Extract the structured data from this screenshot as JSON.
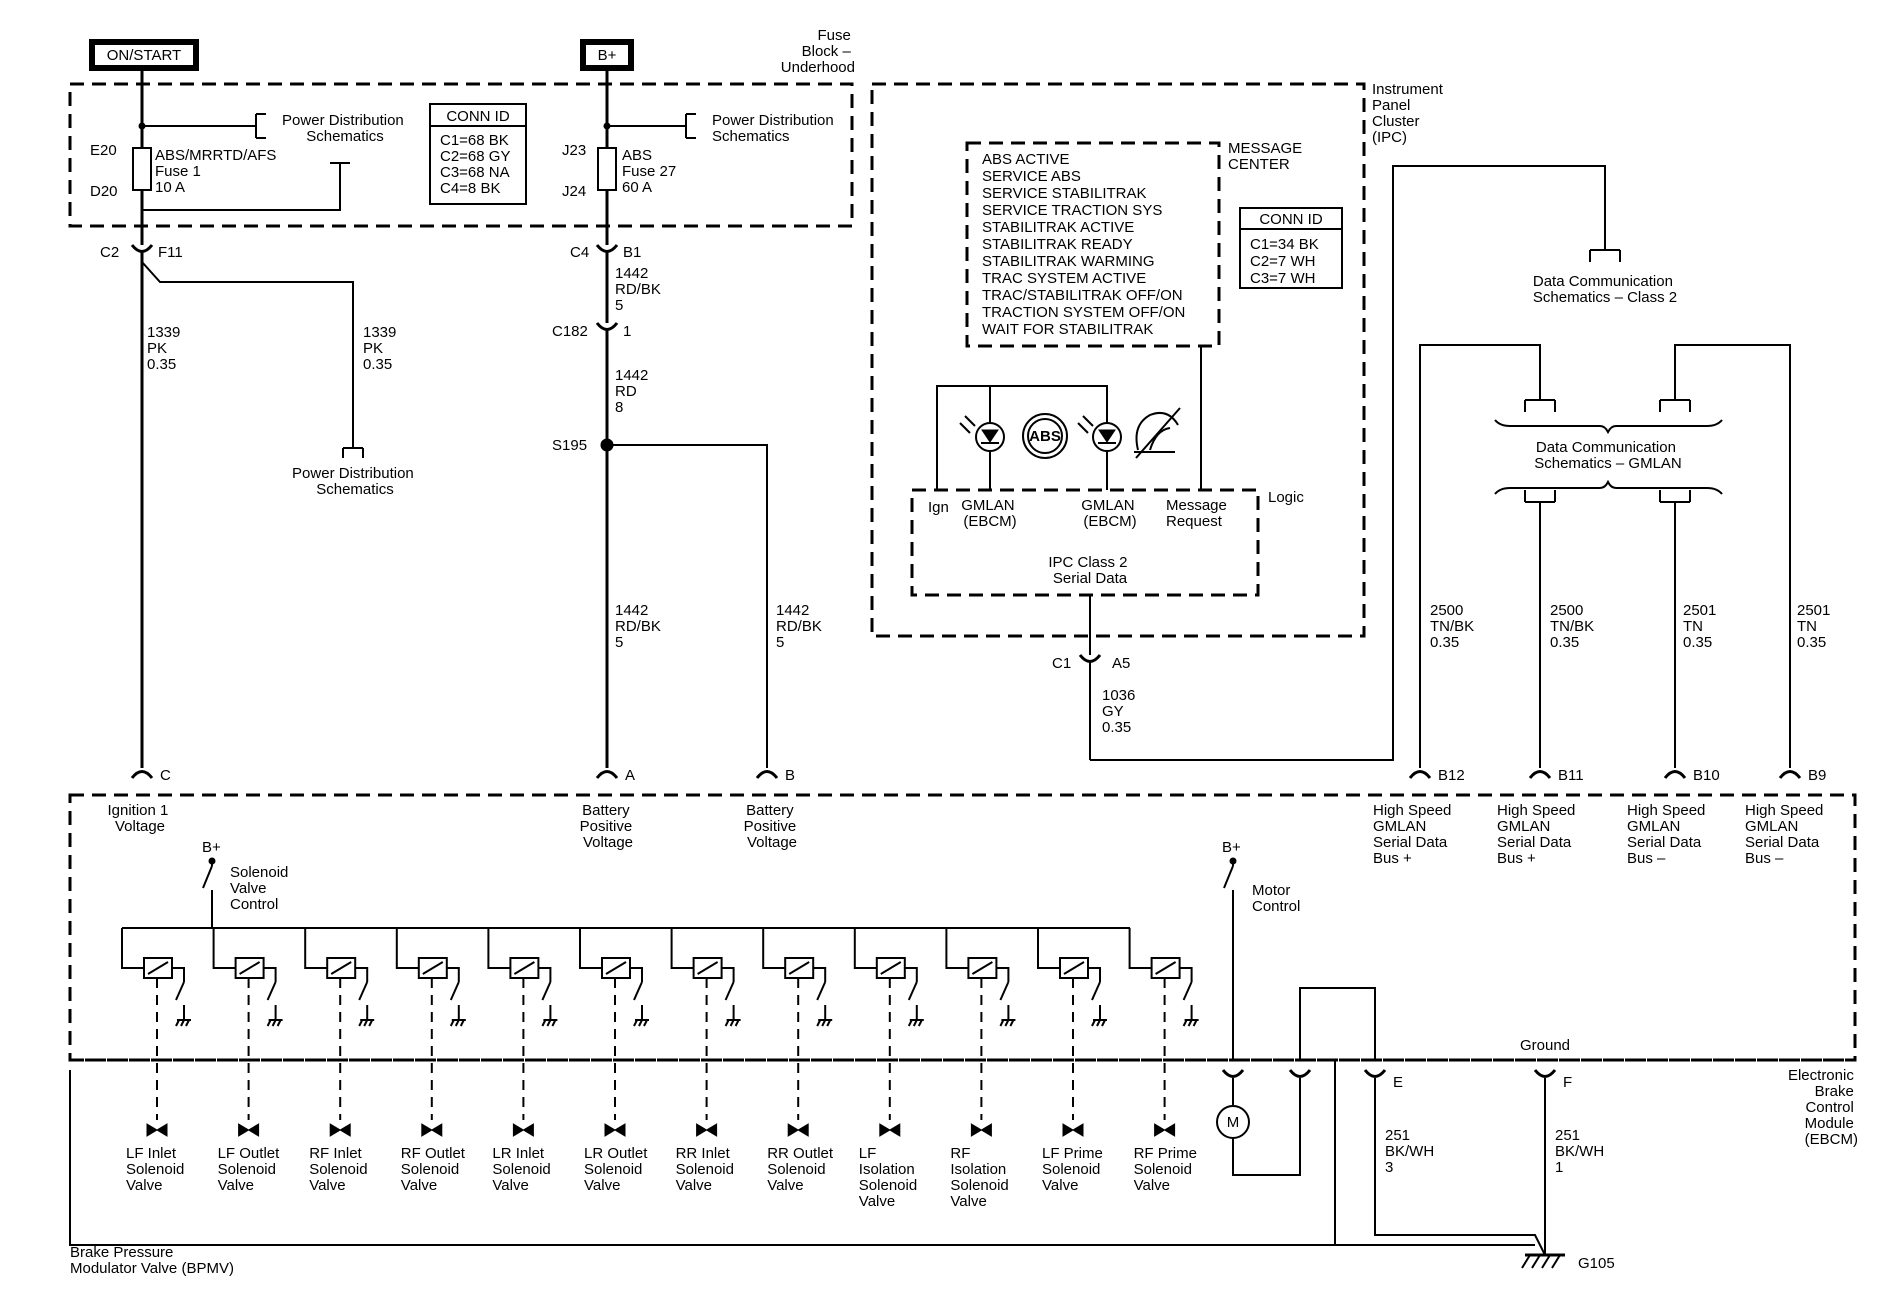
{
  "power": {
    "on_start": "ON/START",
    "bplus": "B+"
  },
  "fuse_block": {
    "title": [
      "Fuse",
      "Block –",
      "Underhood"
    ]
  },
  "ipc": {
    "title": [
      "Instrument",
      "Panel",
      "Cluster",
      "(IPC)"
    ],
    "message_center": [
      "MESSAGE",
      "CENTER"
    ],
    "messages": [
      "ABS ACTIVE",
      "SERVICE ABS",
      "SERVICE STABILITRAK",
      "SERVICE TRACTION SYS",
      "STABILITRAK ACTIVE",
      "STABILITRAK READY",
      "STABILITRAK WARMING",
      "TRAC SYSTEM ACTIVE",
      "TRAC/STABILITRAK OFF/ON",
      "TRACTION SYSTEM OFF/ON",
      "WAIT FOR STABILITRAK"
    ],
    "conn_title": "CONN ID",
    "conn": [
      "C1=34 BK",
      "C2=7 WH",
      "C3=7 WH"
    ],
    "logic": "Logic",
    "abs_symbol": "ABS",
    "pin_ign": "Ign",
    "gmlan1": [
      "GMLAN",
      "(EBCM)"
    ],
    "gmlan2": [
      "GMLAN",
      "(EBCM)"
    ],
    "msg_request": [
      "Message",
      "Request"
    ],
    "serial": [
      "IPC Class 2",
      "Serial Data"
    ]
  },
  "fuse1": {
    "e20": "E20",
    "d20": "D20",
    "label": [
      "ABS/MRRTD/AFS",
      "Fuse 1",
      "10 A"
    ],
    "pd": [
      "Power Distribution",
      "Schematics"
    ]
  },
  "fuse27": {
    "j23": "J23",
    "j24": "J24",
    "label": [
      "ABS",
      "Fuse 27",
      "60 A"
    ],
    "pd": [
      "Power Distribution",
      "Schematics"
    ]
  },
  "conn_fuse": {
    "title": "CONN ID",
    "rows": [
      "C1=68 BK",
      "C2=68 GY",
      "C3=68 NA",
      "C4=8 BK"
    ]
  },
  "connectors": {
    "c2": "C2",
    "f11": "F11",
    "c4": "C4",
    "b1": "B1",
    "c182": "C182",
    "c182_pin": "1",
    "s195": "S195",
    "c1": "C1",
    "a5": "A5"
  },
  "wires": {
    "w1339a": [
      "1339",
      "PK",
      "0.35"
    ],
    "w1339b": [
      "1339",
      "PK",
      "0.35"
    ],
    "w1442a": [
      "1442",
      "RD/BK",
      "5"
    ],
    "w1442b": [
      "1442",
      "RD",
      "8"
    ],
    "w1442c": [
      "1442",
      "RD/BK",
      "5"
    ],
    "w1442d": [
      "1442",
      "RD/BK",
      "5"
    ],
    "w1036": [
      "1036",
      "GY",
      "0.35"
    ],
    "w2500a": [
      "2500",
      "TN/BK",
      "0.35"
    ],
    "w2500b": [
      "2500",
      "TN/BK",
      "0.35"
    ],
    "w2501a": [
      "2501",
      "TN",
      "0.35"
    ],
    "w2501b": [
      "2501",
      "TN",
      "0.35"
    ],
    "w251a": [
      "251",
      "BK/WH",
      "3"
    ],
    "w251b": [
      "251",
      "BK/WH",
      "1"
    ]
  },
  "pd_left": [
    "Power Distribution",
    "Schematics"
  ],
  "dc_class2": [
    "Data Communication",
    "Schematics – Class 2"
  ],
  "dc_gmlan": [
    "Data Communication",
    "Schematics – GMLAN"
  ],
  "ebcm": {
    "title": [
      "Electronic",
      "Brake",
      "Control",
      "Module",
      "(EBCM)"
    ],
    "pins": {
      "c": "C",
      "a": "A",
      "b": "B",
      "b12": "B12",
      "b11": "B11",
      "b10": "B10",
      "b9": "B9",
      "e": "E",
      "f": "F"
    },
    "pin_labels": {
      "c": [
        "Ignition 1",
        "Voltage"
      ],
      "a": [
        "Battery",
        "Positive",
        "Voltage"
      ],
      "b": [
        "Battery",
        "Positive",
        "Voltage"
      ],
      "b12": [
        "High Speed",
        "GMLAN",
        "Serial Data",
        "Bus +"
      ],
      "b11": [
        "High Speed",
        "GMLAN",
        "Serial Data",
        "Bus +"
      ],
      "b10": [
        "High Speed",
        "GMLAN",
        "Serial Data",
        "Bus –"
      ],
      "b9": [
        "High Speed",
        "GMLAN",
        "Serial Data",
        "Bus –"
      ]
    },
    "bplus1": "B+",
    "bplus2": "B+",
    "solenoid_control": [
      "Solenoid",
      "Valve",
      "Control"
    ],
    "motor_control": [
      "Motor",
      "Control"
    ],
    "ground": "Ground",
    "motor_symbol": "M"
  },
  "valves": [
    [
      "LF Inlet",
      "Solenoid",
      "Valve"
    ],
    [
      "LF Outlet",
      "Solenoid",
      "Valve"
    ],
    [
      "RF Inlet",
      "Solenoid",
      "Valve"
    ],
    [
      "RF Outlet",
      "Solenoid",
      "Valve"
    ],
    [
      "LR Inlet",
      "Solenoid",
      "Valve"
    ],
    [
      "LR Outlet",
      "Solenoid",
      "Valve"
    ],
    [
      "RR Inlet",
      "Solenoid",
      "Valve"
    ],
    [
      "RR Outlet",
      "Solenoid",
      "Valve"
    ],
    [
      "LF",
      "Isolation",
      "Solenoid",
      "Valve"
    ],
    [
      "RF",
      "Isolation",
      "Solenoid",
      "Valve"
    ],
    [
      "LF Prime",
      "Solenoid",
      "Valve"
    ],
    [
      "RF Prime",
      "Solenoid",
      "Valve"
    ]
  ],
  "bpmv": [
    "Brake Pressure",
    "Modulator Valve (BPMV)"
  ],
  "g105": "G105"
}
